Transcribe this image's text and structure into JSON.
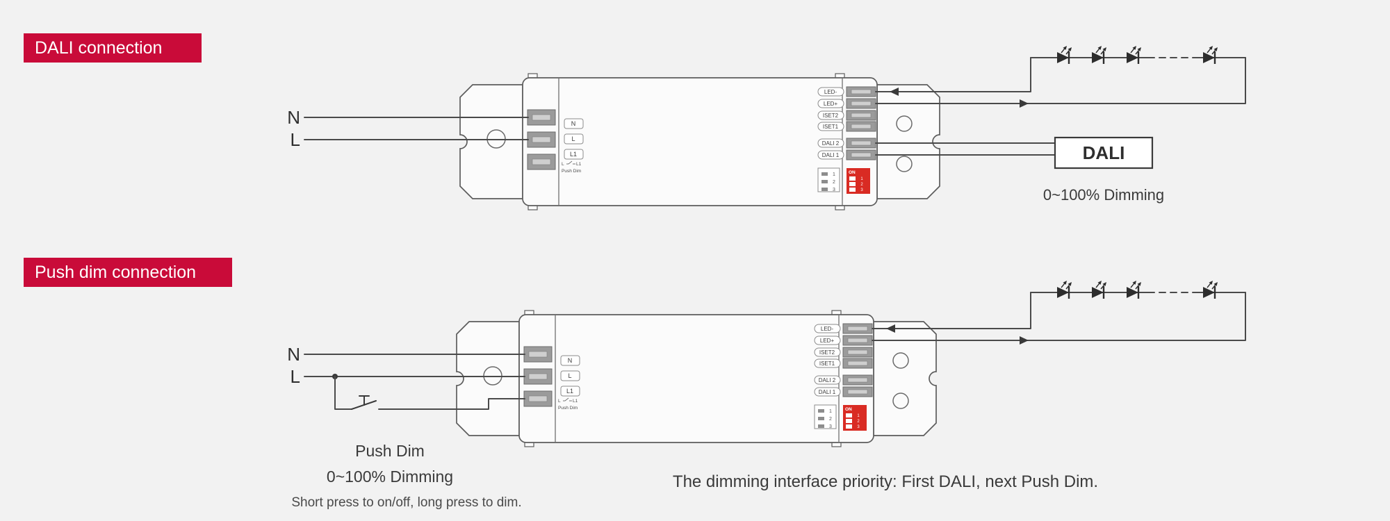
{
  "colors": {
    "bg": "#f2f2f2",
    "accent": "#c90b39",
    "dip_red": "#d92b23",
    "wire": "#4a4a4a"
  },
  "badges": {
    "dali": "DALI connection",
    "push": "Push dim connection"
  },
  "labels": {
    "n": "N",
    "l": "L"
  },
  "device": {
    "left_ports": [
      "N",
      "L",
      "L1"
    ],
    "right_ports": [
      "LED-",
      "LED+",
      "ISET2",
      "ISET1",
      "DALI 2",
      "DALI 1"
    ],
    "dip_on": "ON",
    "dip_1": "1",
    "dip_2": "2",
    "dip_3": "3",
    "mini_l": "L",
    "mini_l1": "L1",
    "mini_push": "Push Dim"
  },
  "dali_section": {
    "box_label": "DALI",
    "note": "0~100% Dimming"
  },
  "push_section": {
    "title": "Push Dim",
    "note": "0~100% Dimming",
    "hint": "Short press to on/off, long press to dim.",
    "priority": "The dimming interface priority: First DALI, next Push Dim."
  }
}
